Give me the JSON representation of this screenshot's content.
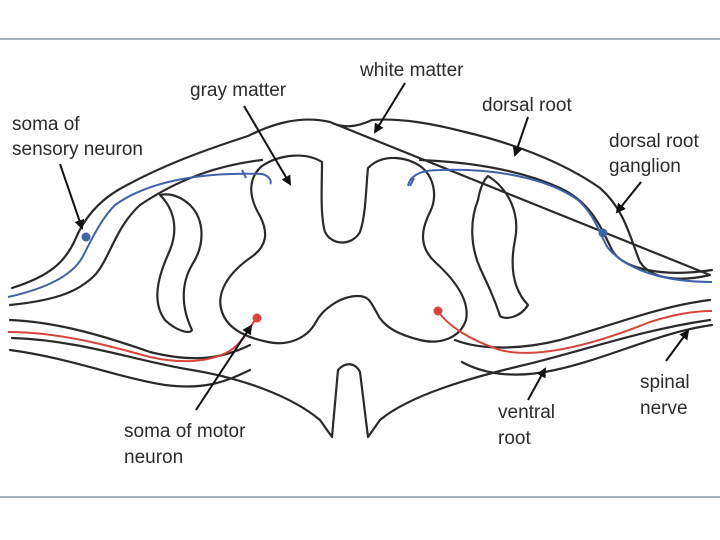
{
  "labels": {
    "white_matter": "white matter",
    "gray_matter": "gray matter",
    "dorsal_root": "dorsal root",
    "soma_sensory_line1": "soma of",
    "soma_sensory_line2": "sensory neuron",
    "dorsal_root_ganglion_line1": "dorsal root",
    "dorsal_root_ganglion_line2": "ganglion",
    "spinal_nerve_line1": "spinal",
    "spinal_nerve_line2": "nerve",
    "ventral_root_line1": "ventral",
    "ventral_root_line2": "root",
    "soma_motor_line1": "soma of motor",
    "soma_motor_line2": "neuron"
  },
  "colors": {
    "sensory_neuron": "#3f63a8",
    "motor_neuron": "#d8443c",
    "outline": "#2a2a2a",
    "frame_border": "#a9b4bf"
  }
}
